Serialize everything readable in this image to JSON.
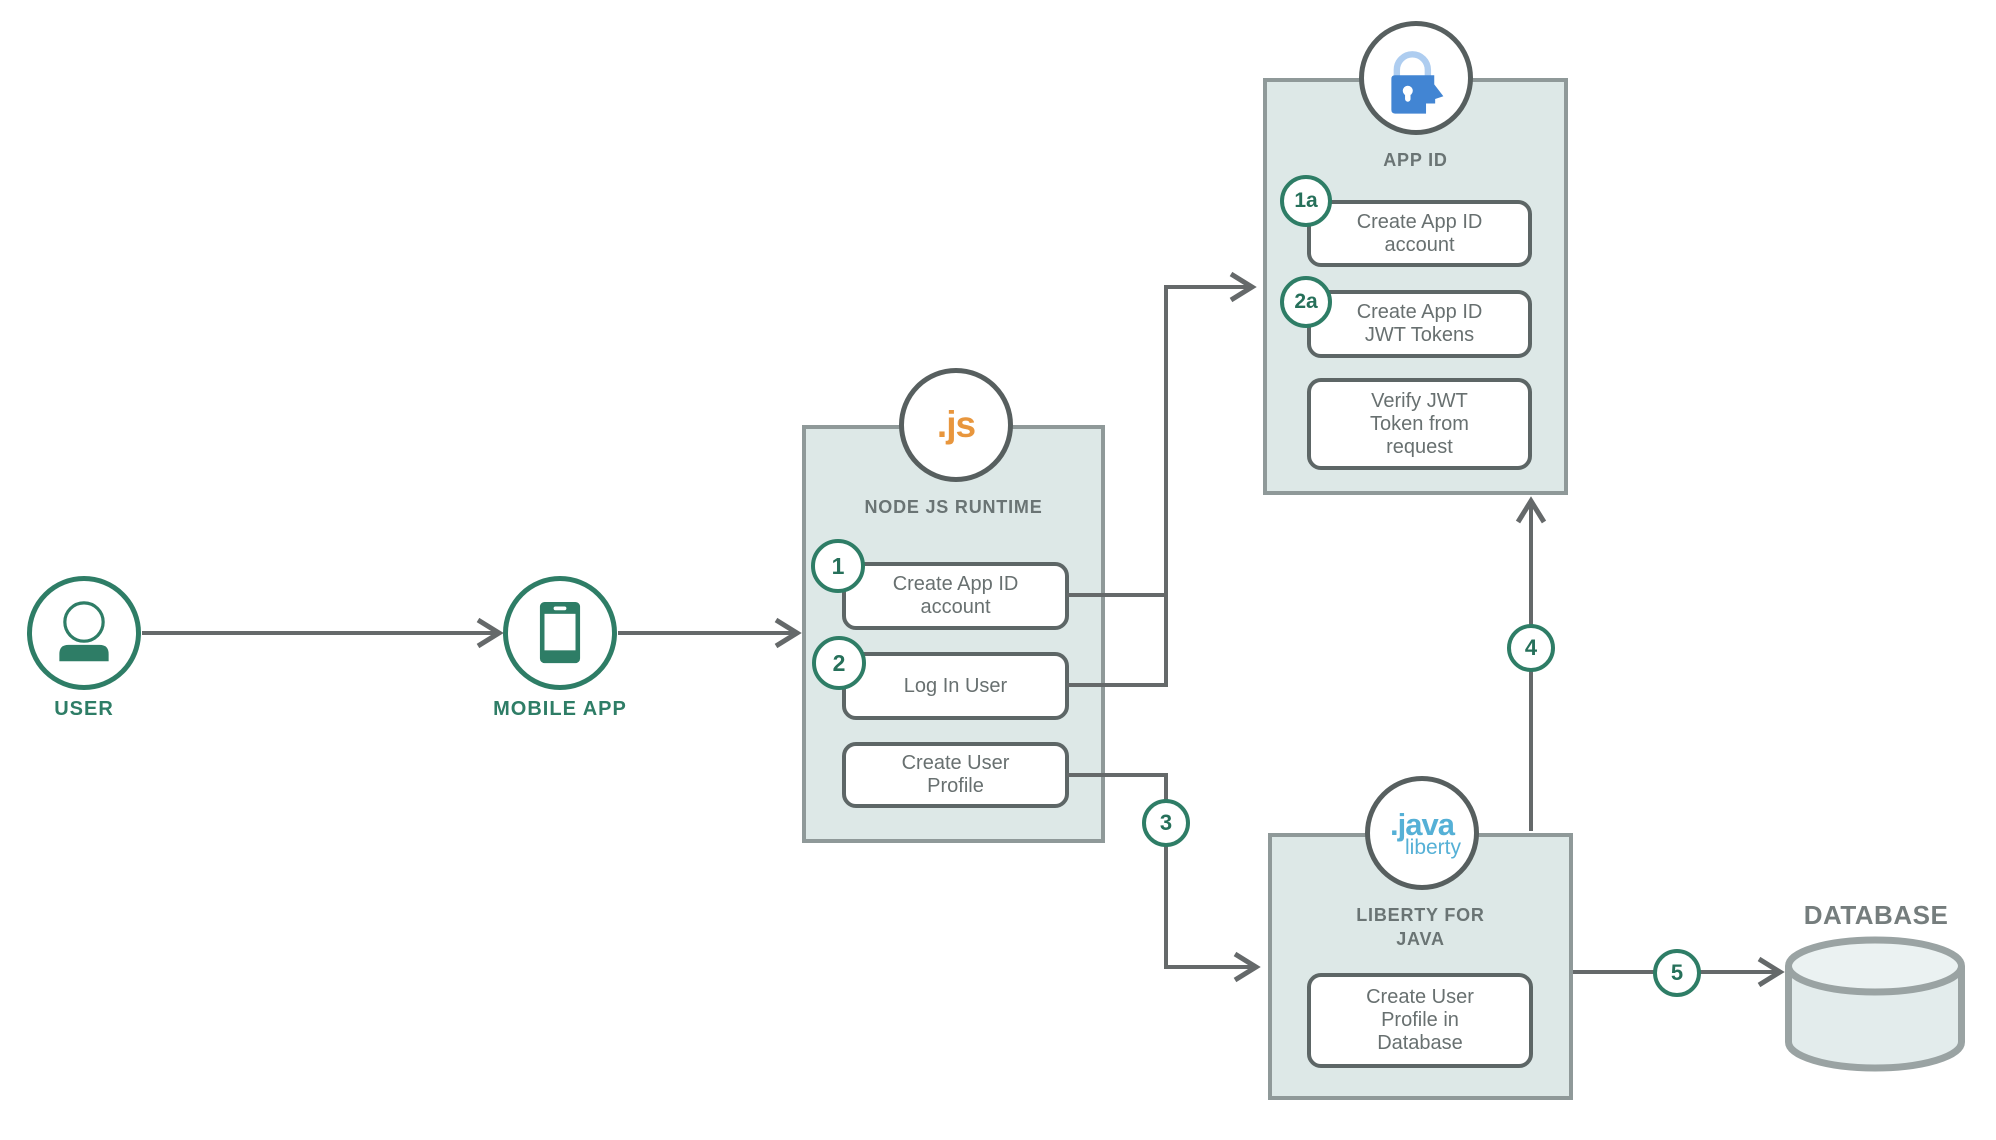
{
  "nodes": {
    "user": {
      "label": "USER"
    },
    "mobile_app": {
      "label": "MOBILE APP"
    },
    "node_js_runtime": {
      "logo": ".js",
      "title": "NODE JS RUNTIME",
      "steps": [
        {
          "badge": "1",
          "label": "Create App ID account"
        },
        {
          "badge": "2",
          "label": "Log In User"
        },
        {
          "badge": "",
          "label": "Create User Profile"
        }
      ]
    },
    "app_id": {
      "title": "APP ID",
      "steps": [
        {
          "badge": "1a",
          "label": "Create App ID account"
        },
        {
          "badge": "2a",
          "label": "Create App ID JWT Tokens"
        },
        {
          "badge": "",
          "label": "Verify JWT Token from request"
        }
      ]
    },
    "liberty_for_java": {
      "logo_line1": ".java",
      "logo_line2": "liberty",
      "title": "LIBERTY FOR JAVA",
      "steps": [
        {
          "badge": "",
          "label": "Create User Profile in Database"
        }
      ]
    },
    "database": {
      "label": "DATABASE"
    }
  },
  "connector_badges": {
    "three": "3",
    "four": "4",
    "five": "5"
  },
  "colors": {
    "teal": "#2e7d66",
    "badge_text": "#26705a",
    "panel_fill": "#dde8e7",
    "panel_border": "#8f9999",
    "step_border": "#5d6666",
    "step_text": "#687070",
    "title_text": "#6a7474",
    "line": "#65696a",
    "js_orange": "#e8963d",
    "appid_blue": "#4285d3",
    "appid_blue_light": "#aecdf0",
    "java_blue": "#55b0d6",
    "database_fill": "#e3ecec",
    "database_border": "#9aa3a3"
  }
}
